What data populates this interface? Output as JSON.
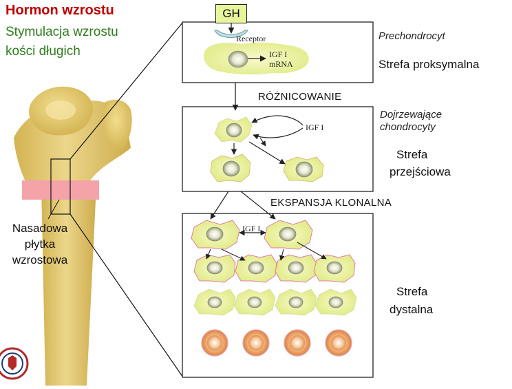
{
  "title": "Hormon wzrostu",
  "subtitle_line1": "Stymulacja wzrostu",
  "subtitle_line2": "kości długich",
  "hormone": "GH",
  "receptor": "Receptor",
  "igf_mrna_line1": "IGF I",
  "igf_mrna_line2": "mRNA",
  "igf_label": "IGF I",
  "process_differentiation": "RÓŻNICOWANIE",
  "process_clonal": "EKSPANSJA KLONALNA",
  "cell_prechondrocyte": "Prechondrocyt",
  "cell_maturing_line1": "Dojrzewające",
  "cell_maturing_line2": "chondrocyty",
  "zone_proximal": "Strefa proksymalna",
  "zone_transition_line1": "Strefa",
  "zone_transition_line2": "przejściowa",
  "zone_distal_line1": "Strefa",
  "zone_distal_line2": "dystalna",
  "growth_plate_line1": "Nasadowa",
  "growth_plate_line2": "płytka",
  "growth_plate_line3": "wzrostowa",
  "colors": {
    "title": "#c00000",
    "subtitle": "#2e7d1e",
    "bone": "#e3c867",
    "growth_plate": "#f4a4a8",
    "cell_fill": "#eef3a6",
    "cell_pink_edge": "#e07ba8",
    "cell_orange": "#f2b07a"
  }
}
